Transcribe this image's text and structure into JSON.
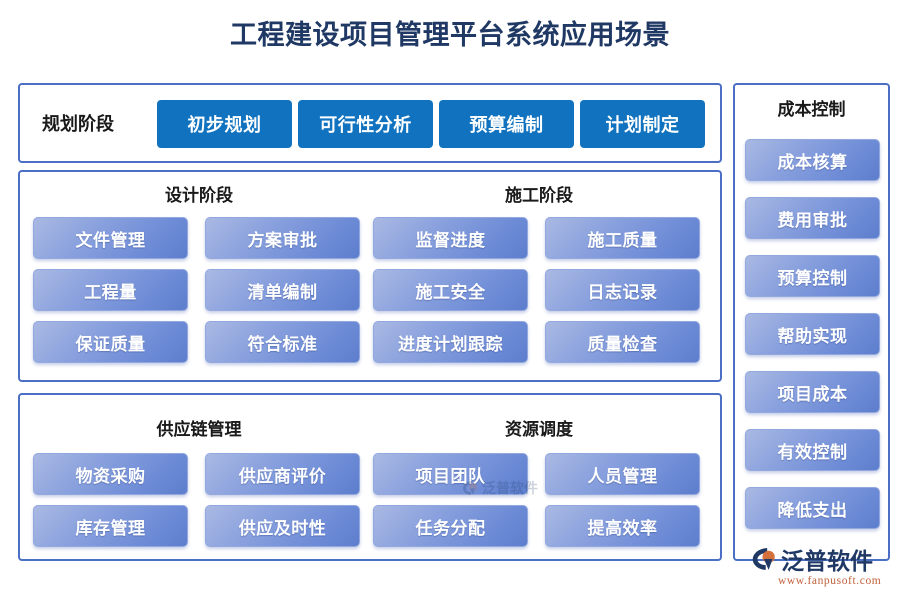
{
  "title": "工程建设项目管理平台系统应用场景",
  "planning": {
    "label": "规划阶段",
    "buttons": [
      "初步规划",
      "可行性分析",
      "预算编制",
      "计划制定"
    ]
  },
  "stage_panel": {
    "columns": [
      {
        "heading": "设计阶段",
        "rows": [
          [
            "文件管理",
            "方案审批"
          ],
          [
            "工程量",
            "清单编制"
          ],
          [
            "保证质量",
            "符合标准"
          ]
        ]
      },
      {
        "heading": "施工阶段",
        "rows": [
          [
            "监督进度",
            "施工质量"
          ],
          [
            "施工安全",
            "日志记录"
          ],
          [
            "进度计划跟踪",
            "质量检查"
          ]
        ]
      }
    ]
  },
  "resource_panel": {
    "columns": [
      {
        "heading": "供应链管理",
        "rows": [
          [
            "物资采购",
            "供应商评价"
          ],
          [
            "库存管理",
            "供应及时性"
          ]
        ]
      },
      {
        "heading": "资源调度",
        "rows": [
          [
            "项目团队",
            "人员管理"
          ],
          [
            "任务分配",
            "提高效率"
          ]
        ]
      }
    ]
  },
  "sidebar": {
    "heading": "成本控制",
    "items": [
      "成本核算",
      "费用审批",
      "预算控制",
      "帮助实现",
      "项目成本",
      "有效控制",
      "降低支出"
    ]
  },
  "brand": {
    "name": "泛普软件",
    "url": "www.fanpusoft.com"
  },
  "watermark": {
    "text": "泛普软件"
  },
  "colors": {
    "title": "#1f3864",
    "panel_border": "#4a6fc4",
    "flat_button": "#1173bf",
    "gradient_from": "#aab9e3",
    "gradient_to": "#5d7ecd",
    "brand_accent": "#c0603a"
  }
}
